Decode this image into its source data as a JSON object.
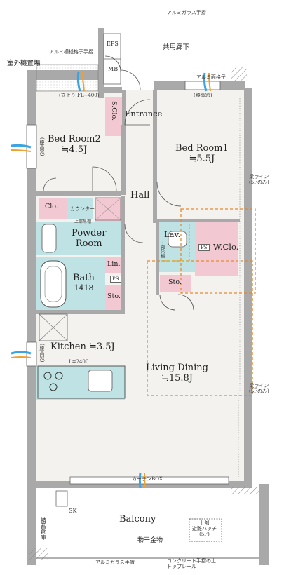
{
  "rooms": {
    "bedroom1": {
      "name": "Bed Room1",
      "size": "≒5.5J"
    },
    "bedroom2": {
      "name": "Bed Room2",
      "size": "≒4.5J"
    },
    "living": {
      "name": "Living Dining",
      "size": "≒15.8J"
    },
    "kitchen": {
      "name": "Kitchen",
      "size": "≒3.5J",
      "counter": "L=2400"
    },
    "bath": {
      "name": "Bath",
      "size": "1418"
    },
    "powder": {
      "name": "Powder",
      "name2": "Room"
    },
    "hall": "Hall",
    "entrance": "Entrance",
    "lav": "Lav.",
    "wclo": "W.Clo.",
    "balcony": "Balcony"
  },
  "storage": {
    "sclo": "S.Clo.",
    "clo": "Clo.",
    "lin": "Lin.",
    "sto_bath": "Sto.",
    "sto_lav": "Sto.",
    "ps1": "PS",
    "ps2": "PS",
    "eps": "EPS",
    "mb": "MB",
    "bichiku": "備蓄倉庫"
  },
  "notes": {
    "corridor": "共用廊下",
    "outdoor_unit": "室外機置場",
    "glass_rail_top": "アルミガラス手摺",
    "aluminum_lattice_rail": "アルミ横桟格子手摺",
    "aluminum_lattice": "アルミ面格子",
    "raised_1": "(立上り FL+400)",
    "raised_2": "(腰高窓)",
    "koshidaka_br2": "(腰高窓)",
    "koshidaka_kitchen": "(腰高窓)",
    "counter": "カウンター",
    "upper_shelf_powder": "上部吊棚",
    "upper_shelf_lav": "上部吊棚",
    "beam_line_1": "梁ライン",
    "beam_line_1b": "(5Fのみ)",
    "beam_line_2": "梁ライン",
    "beam_line_2b": "(5Fのみ)",
    "curtain_box": "カーテンBOX",
    "sk": "SK",
    "clothes_rack": "物干金物",
    "hatch_1": "上部",
    "hatch_2": "避難ハッチ",
    "hatch_3": "(5F)",
    "glass_rail_bottom": "アルミガラス手摺",
    "concrete_rail_1": "コンクリート手摺の上",
    "concrete_rail_2": "トップレール"
  }
}
